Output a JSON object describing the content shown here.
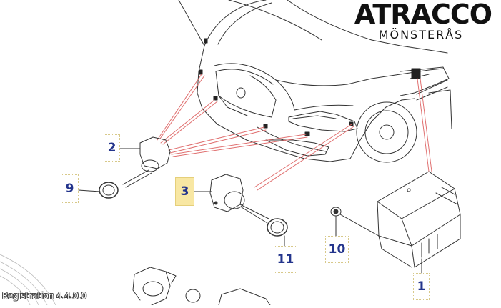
{
  "brand": {
    "name": "ATRACCO",
    "location": "MÖNSTERÅS"
  },
  "callouts": {
    "c1": "1",
    "c2": "2",
    "c3": "3",
    "c9": "9",
    "c10": "10",
    "c11": "11"
  },
  "watermark": "Registration 4.4.0.0",
  "colors": {
    "callout_text": "#23348c",
    "highlight": "#f8e7a3",
    "leader_red": "#e07070",
    "line": "#333333"
  }
}
